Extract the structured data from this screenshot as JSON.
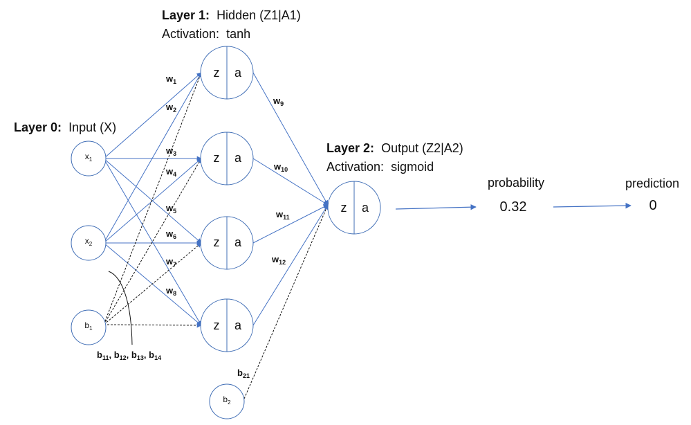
{
  "layers": {
    "layer0": {
      "name": "Layer 0",
      "title": "Input (X)"
    },
    "layer1": {
      "name": "Layer 1",
      "title": "Hidden (Z1|A1)",
      "activation_label": "Activation:",
      "activation": "tanh"
    },
    "layer2": {
      "name": "Layer 2",
      "title": "Output (Z2|A2)",
      "activation_label": "Activation:",
      "activation": "sigmoid"
    }
  },
  "inputs": [
    {
      "base": "x",
      "sub": "1"
    },
    {
      "base": "x",
      "sub": "2"
    },
    {
      "base": "b",
      "sub": "1"
    }
  ],
  "bias2": {
    "base": "b",
    "sub": "2"
  },
  "node_parts": {
    "z": "z",
    "a": "a"
  },
  "weights": [
    {
      "base": "w",
      "sub": "1"
    },
    {
      "base": "w",
      "sub": "2"
    },
    {
      "base": "w",
      "sub": "3"
    },
    {
      "base": "w",
      "sub": "4"
    },
    {
      "base": "w",
      "sub": "5"
    },
    {
      "base": "w",
      "sub": "6"
    },
    {
      "base": "w",
      "sub": "7"
    },
    {
      "base": "w",
      "sub": "8"
    },
    {
      "base": "w",
      "sub": "9"
    },
    {
      "base": "w",
      "sub": "10"
    },
    {
      "base": "w",
      "sub": "11"
    },
    {
      "base": "w",
      "sub": "12"
    }
  ],
  "bias_labels": {
    "hidden": [
      {
        "base": "b",
        "sub": "11"
      },
      {
        "base": "b",
        "sub": "12"
      },
      {
        "base": "b",
        "sub": "13"
      },
      {
        "base": "b",
        "sub": "14"
      }
    ],
    "output": {
      "base": "b",
      "sub": "21"
    }
  },
  "output": {
    "probability_label": "probability",
    "probability_value": "0.32",
    "prediction_label": "prediction",
    "prediction_value": "0"
  },
  "colors": {
    "edge": "#4472C4",
    "node_stroke": "#3F6DB5",
    "dashed": "#111111"
  }
}
